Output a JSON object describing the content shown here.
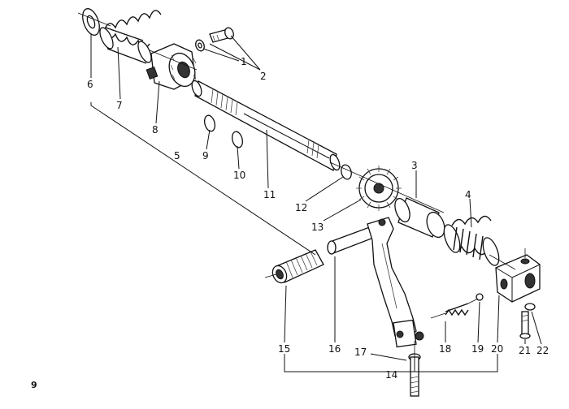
{
  "figure": {
    "page_number": "9",
    "callouts": [
      "1",
      "2",
      "3",
      "4",
      "5",
      "6",
      "7",
      "8",
      "9",
      "10",
      "11",
      "12",
      "13",
      "14",
      "15",
      "16",
      "17",
      "18",
      "19",
      "20",
      "21",
      "22"
    ]
  }
}
